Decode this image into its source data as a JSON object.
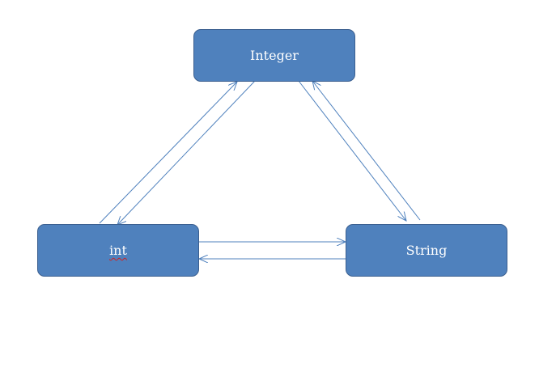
{
  "colors": {
    "node_fill": "#4f81bd",
    "node_border": "#3b5f8f",
    "arrow": "#4f81bd",
    "spellcheck_underline": "#d02020"
  },
  "nodes": {
    "integer": {
      "label": "Integer"
    },
    "int": {
      "label": "int"
    },
    "string": {
      "label": "String"
    }
  },
  "edges": [
    {
      "from": "int",
      "to": "integer"
    },
    {
      "from": "integer",
      "to": "int"
    },
    {
      "from": "integer",
      "to": "string"
    },
    {
      "from": "string",
      "to": "integer"
    },
    {
      "from": "int",
      "to": "string"
    },
    {
      "from": "string",
      "to": "int"
    }
  ]
}
